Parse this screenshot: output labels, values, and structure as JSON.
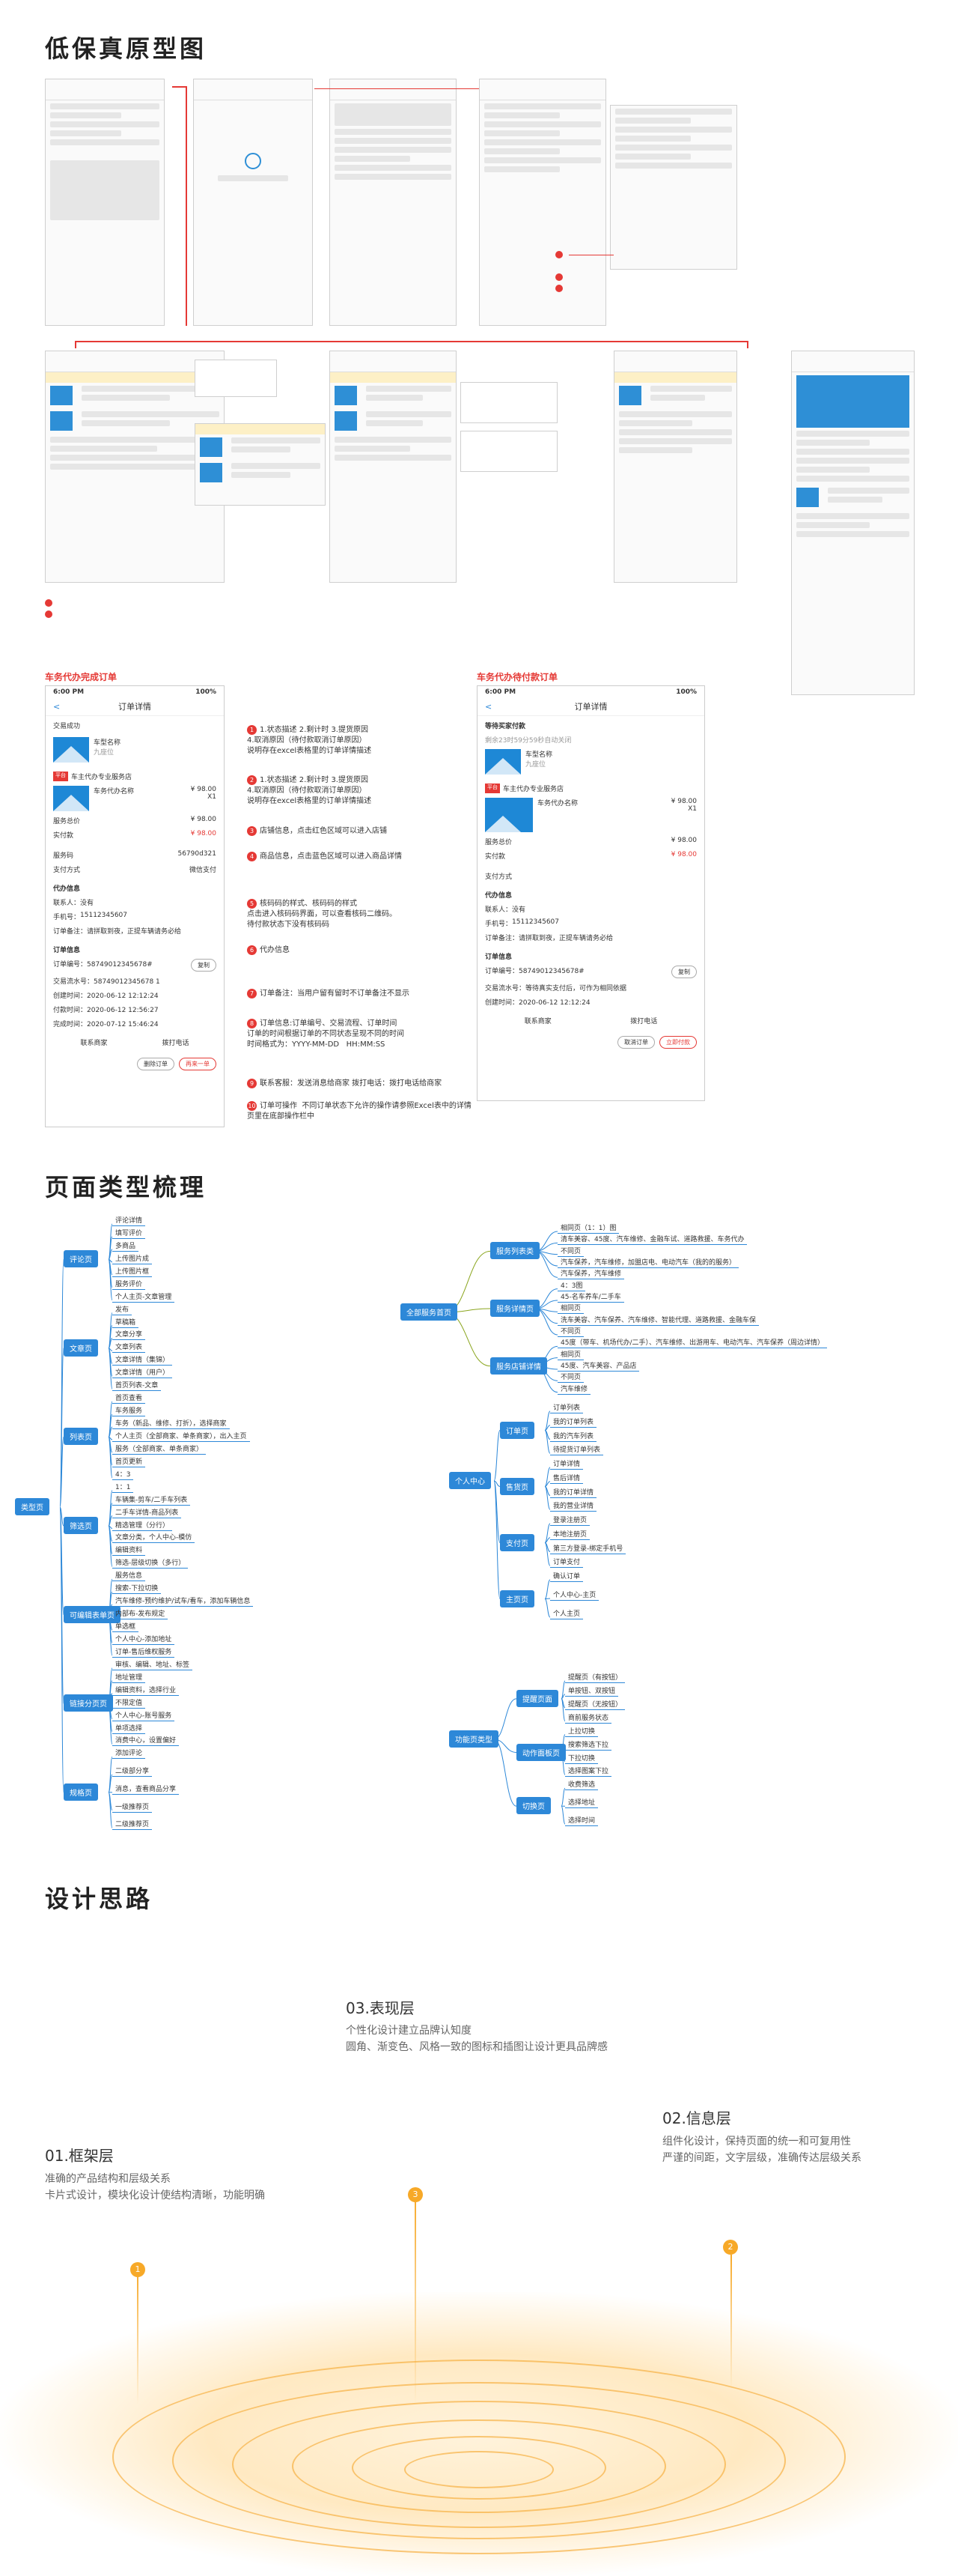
{
  "sections": {
    "wireframe_title": "低保真原型图",
    "pagetype_title": "页面类型梳理",
    "design_title": "设计思路"
  },
  "annotations": {
    "left_title": "车务代办完成订单",
    "right_title": "车务代办待付款订单"
  },
  "order_left": {
    "time": "6:00 PM",
    "battery": "100%",
    "title": "订单详情",
    "status": "交易成功",
    "vehicle_name": "车型名称",
    "vehicle_sub": "九座位",
    "shop_tag": "平台",
    "shop_name": "车主代办专业服务店",
    "product_name": "车务代办名称",
    "price": "¥ 98.00",
    "qty": "X1",
    "service_fee_label": "服务总价",
    "service_fee": "¥ 98.00",
    "paid_label": "实付款",
    "paid": "¥ 98.00",
    "code_label": "服务码",
    "code": "56790d321",
    "pay_label": "支付方式",
    "pay_value": "微信支付",
    "info_title": "代办信息",
    "contact_label": "联系人：",
    "contact_value": "没有",
    "phone_label": "手机号：",
    "phone_value": "15112345607",
    "remark": "订单备注：请拼取到夜，正提车辆请务必给",
    "order_info_title": "订单信息",
    "order_no": "订单编号：58749012345678#",
    "trade_no": "交易流水号：58749012345678 1",
    "create_time": "创建时间：2020-06-12 12:12:24",
    "pay_time": "付款时间：2020-06-12 12:56:27",
    "finish_time": "完成时间：2020-07-12 15:46:24",
    "contact_shop": "联系商家",
    "call_phone": "拨打电话",
    "btn_delete": "删除订单",
    "btn_again": "再来一单"
  },
  "order_right": {
    "time": "6:00 PM",
    "battery": "100%",
    "title": "订单详情",
    "status": "等待买家付款",
    "status_sub": "剩余23时59分59秒自动关闭",
    "vehicle_name": "车型名称",
    "vehicle_sub": "九座位",
    "shop_tag": "平台",
    "shop_name": "车主代办专业服务店",
    "product_name": "车务代办名称",
    "price": "¥ 98.00",
    "qty": "X1",
    "service_fee_label": "服务总价",
    "service_fee": "¥ 98.00",
    "paid_label": "实付款",
    "paid": "¥ 98.00",
    "pay_label": "支付方式",
    "info_title": "代办信息",
    "contact_label": "联系人：",
    "contact_value": "没有",
    "phone_label": "手机号：",
    "phone_value": "15112345607",
    "remark": "订单备注：请拼取到夜，正提车辆请务必给",
    "order_info_title": "订单信息",
    "order_no": "订单编号：58749012345678#",
    "trade_no": "交易流水号：等待真实支付后，可作为相同依据",
    "create_time": "创建时间：2020-06-12 12:12:24",
    "contact_shop": "联系商家",
    "call_phone": "拨打电话",
    "btn_cancel": "取消订单",
    "btn_pay": "立即付款"
  },
  "notes": [
    {
      "n": "1",
      "text": "1.状态描述 2.剩计时 3.提货原因\n4.取消原因（待付款取消订单原因）\n说明存在excel表格里的订单详情描述"
    },
    {
      "n": "2",
      "text": "1.状态描述 2.剩计时 3.提货原因\n4.取消原因（待付款取消订单原因）\n说明存在excel表格里的订单详情描述"
    },
    {
      "n": "3",
      "text": "店铺信息，点击红色区域可以进入店铺"
    },
    {
      "n": "4",
      "text": "商品信息，点击蓝色区域可以进入商品详情"
    },
    {
      "n": "5",
      "text": "核码码的样式、核码码的样式\n点击进入核码码界面，可以查看核码二维码。\n待付款状态下没有核码码"
    },
    {
      "n": "6",
      "text": "代办信息"
    },
    {
      "n": "7",
      "text": "订单备注：当用户留有留时不订单备注不显示"
    },
    {
      "n": "8",
      "text": "订单信息:订单编号、交易流程、订单时间\n订单的时间根据订单的不同状态呈现不同的时间\n时间格式为：YYYY-MM-DD   HH:MM:SS"
    },
    {
      "n": "9",
      "text": "联系客服：发送消息给商家 拨打电话：拨打电话给商家"
    },
    {
      "n": "10",
      "text": "订单可操作  不同订单状态下允许的操作请参照Excel表中的详情\n页里在底部操作栏中"
    }
  ],
  "mindmap": {
    "root_left": "类型页",
    "branches_left": [
      "评论页",
      "文章页",
      "列表页",
      "筛选页",
      "可编辑表单页",
      "链接分页页",
      "规格页"
    ],
    "leaves_left": [
      "评论详情",
      "填写评价",
      "多商品",
      "上传图片成",
      "上传图片框",
      "服务评价",
      "个人主页-文章管理",
      "发布",
      "草稿箱",
      "文章分享",
      "文章列表",
      "文章详情（集锦）",
      "文章详情（用户）",
      "首页列表-文章",
      "首页查看",
      "车务服务",
      "车务（新品、维修、打折），选择商家",
      "个人主页（全部商家、单条商家），出入主页",
      "服务（全部商家、单条商家）",
      "首页更新",
      "4：3",
      "1：1",
      "车辆集-剪车/二手车列表",
      "二手车详情-商品列表",
      "精选管理（分行）",
      "文章分类，个人中心-模仿",
      "编辑资料",
      "筛选-层级切换（多行）",
      "服务信息",
      "搜索-下拉切换",
      "汽车维修-预约维护/试车/看车，添加车辆信息",
      "内部布-发布规定",
      "单选框",
      "个人中心-添加地址",
      "订单-售后维权服务",
      "审核、编辑、地址、标签",
      "地址管理",
      "编辑资料，选择行业",
      "不限定值",
      "个人中心-账号服务",
      "单项选择",
      "消费中心，设置偏好",
      "添加评论",
      "二级部分享",
      "消息，查看商品分享",
      "一级推荐页",
      "二级推荐页"
    ],
    "root_service": "全部服务首页",
    "branches_service": [
      "服务列表类",
      "服务详情页",
      "服务店铺详情"
    ],
    "leaves_service": [
      "相同页（1：1）图",
      "清车美容、45度、汽车维修、金融车试、道路救援、车务代办",
      "不同页",
      "汽车保养，汽车维修，加盟店电、电动汽车（我的的服务）",
      "汽车保养，汽车维修",
      "4：3图",
      "45-名车养车/二手车",
      "相同页",
      "洗车美容、汽车保养、汽车维修、智能代理、道路救援、金融车保",
      "不同页",
      "45度（带车、机场代办/二手）、汽车维修、出游用车、电动汽车、汽车保养（周边详情）",
      "相同页",
      "45度、汽车美容、产品店",
      "不同页",
      "汽车维修"
    ],
    "root_personal": "个人中心",
    "branches_personal": [
      "订单页",
      "售货页",
      "支付页",
      "主页页"
    ],
    "leaves_personal": [
      "订单列表",
      "我的订单列表",
      "我的汽车列表",
      "待提货订单列表",
      "订单详情",
      "售后详情",
      "我的订单详情",
      "我的营业详情",
      "登录注册页",
      "本地注册页",
      "第三方登录-绑定手机号",
      "订单支付",
      "确认订单",
      "个人中心-主页",
      "个人主页"
    ],
    "root_func": "功能页类型",
    "branches_func": [
      "提醒页面",
      "动作面板页",
      "切换页"
    ],
    "leaves_func": [
      "提醒页（有按钮）",
      "单按钮、双按钮",
      "提醒页（无按钮）",
      "商前服务状态",
      "上拉切换",
      "搜索筛选下拉",
      "下拉切换",
      "选择图案下拉",
      "收费筛选",
      "选择地址",
      "选择时间"
    ]
  },
  "design": {
    "layer3_title": "03.表现层",
    "layer3_desc1": "个性化设计建立品牌认知度",
    "layer3_desc2": "圆角、渐变色、风格一致的图标和插图让设计更具品牌感",
    "layer1_title": "01.框架层",
    "layer1_desc1": "准确的产品结构和层级关系",
    "layer1_desc2": "卡片式设计，模块化设计使结构清晰，功能明确",
    "layer2_title": "02.信息层",
    "layer2_desc1": "组件化设计，保持页面的统一和可复用性",
    "layer2_desc2": "严谨的间距，文字层级，准确传达层级关系",
    "n1": "1",
    "n2": "2",
    "n3": "3"
  },
  "colors": {
    "accent_red": "#e53935",
    "accent_blue": "#2d88d8",
    "accent_orange": "#f7a928",
    "mind_green": "#8aa51e"
  }
}
